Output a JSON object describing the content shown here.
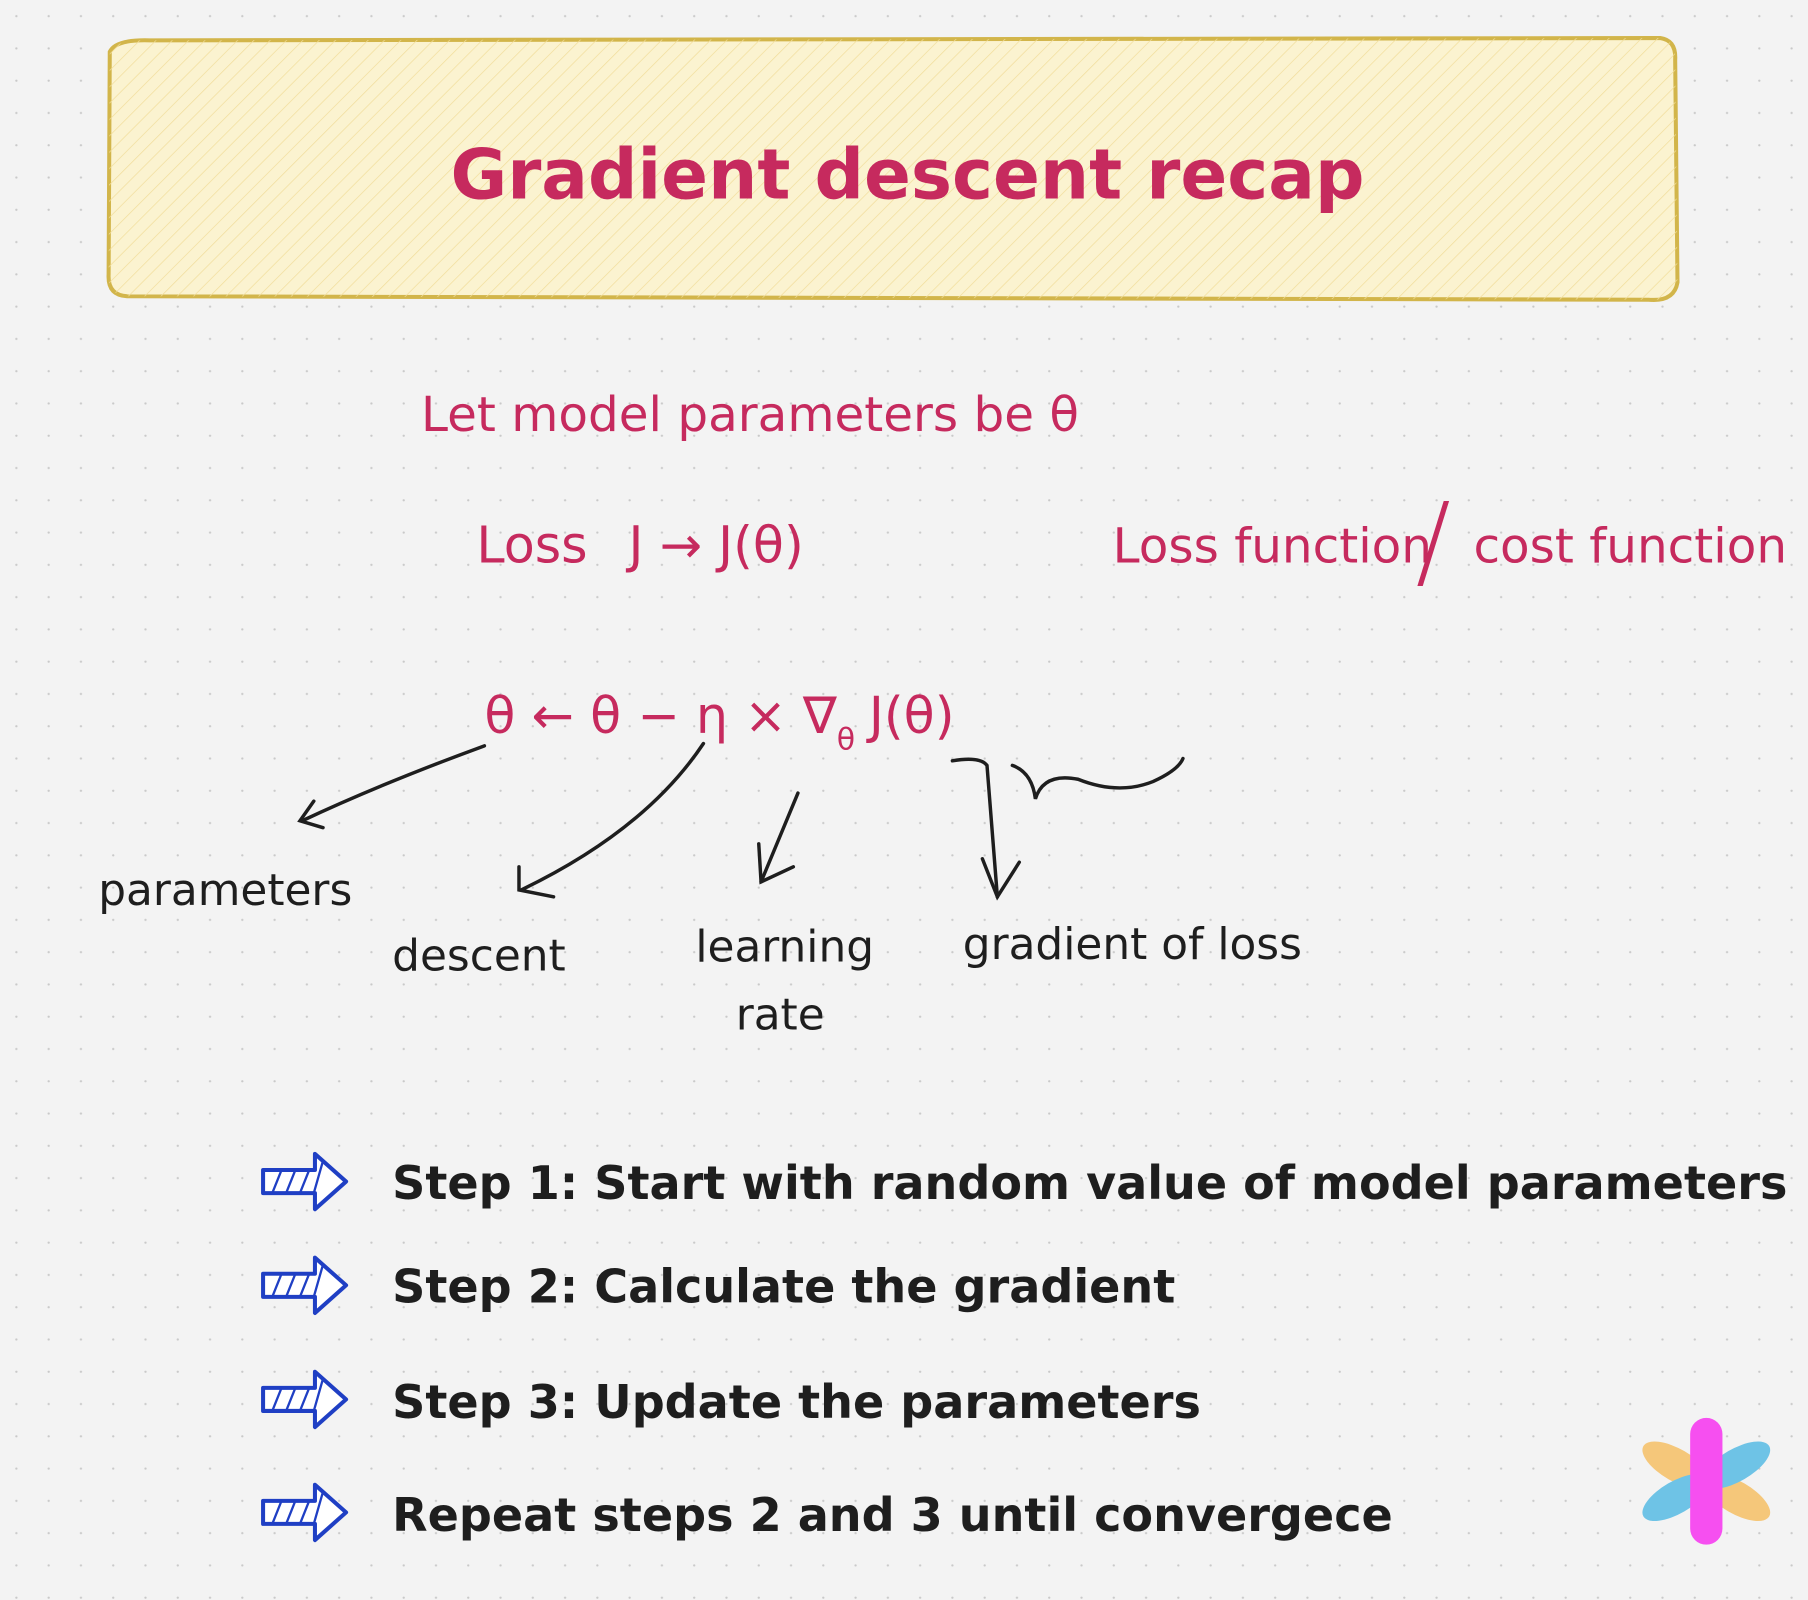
{
  "title": "Gradient descent recap",
  "colors": {
    "accent": "#c62a5e",
    "ink": "#1e1e1e",
    "arrow_blue": "#1f3fc4",
    "title_box_fill": "#fbf3d0",
    "title_box_stroke": "#d2b54a"
  },
  "intro": {
    "line1": "Let model parameters be θ",
    "loss_label": "Loss",
    "loss_expr": "J → J(θ)",
    "loss_alias": "Loss function",
    "slash": "/",
    "cost_alias": "cost function"
  },
  "formula": {
    "expr": "θ ← θ − η × ∇",
    "subscript": "θ",
    "tail": "J(θ)"
  },
  "annotations": {
    "parameters": "parameters",
    "descent": "descent",
    "learning_rate_line1": "learning",
    "learning_rate_line2": "rate",
    "gradient": "gradient of loss"
  },
  "steps": [
    {
      "icon": "hatched-arrow-icon",
      "text": "Step 1: Start with random value of model parameters"
    },
    {
      "icon": "hatched-arrow-icon",
      "text": "Step 2: Calculate the gradient"
    },
    {
      "icon": "hatched-arrow-icon",
      "text": "Step 3: Update the parameters"
    },
    {
      "icon": "hatched-arrow-icon",
      "text": "Repeat steps 2 and 3 until convergece"
    }
  ],
  "logo": {
    "icon": "flower-logo-icon"
  }
}
